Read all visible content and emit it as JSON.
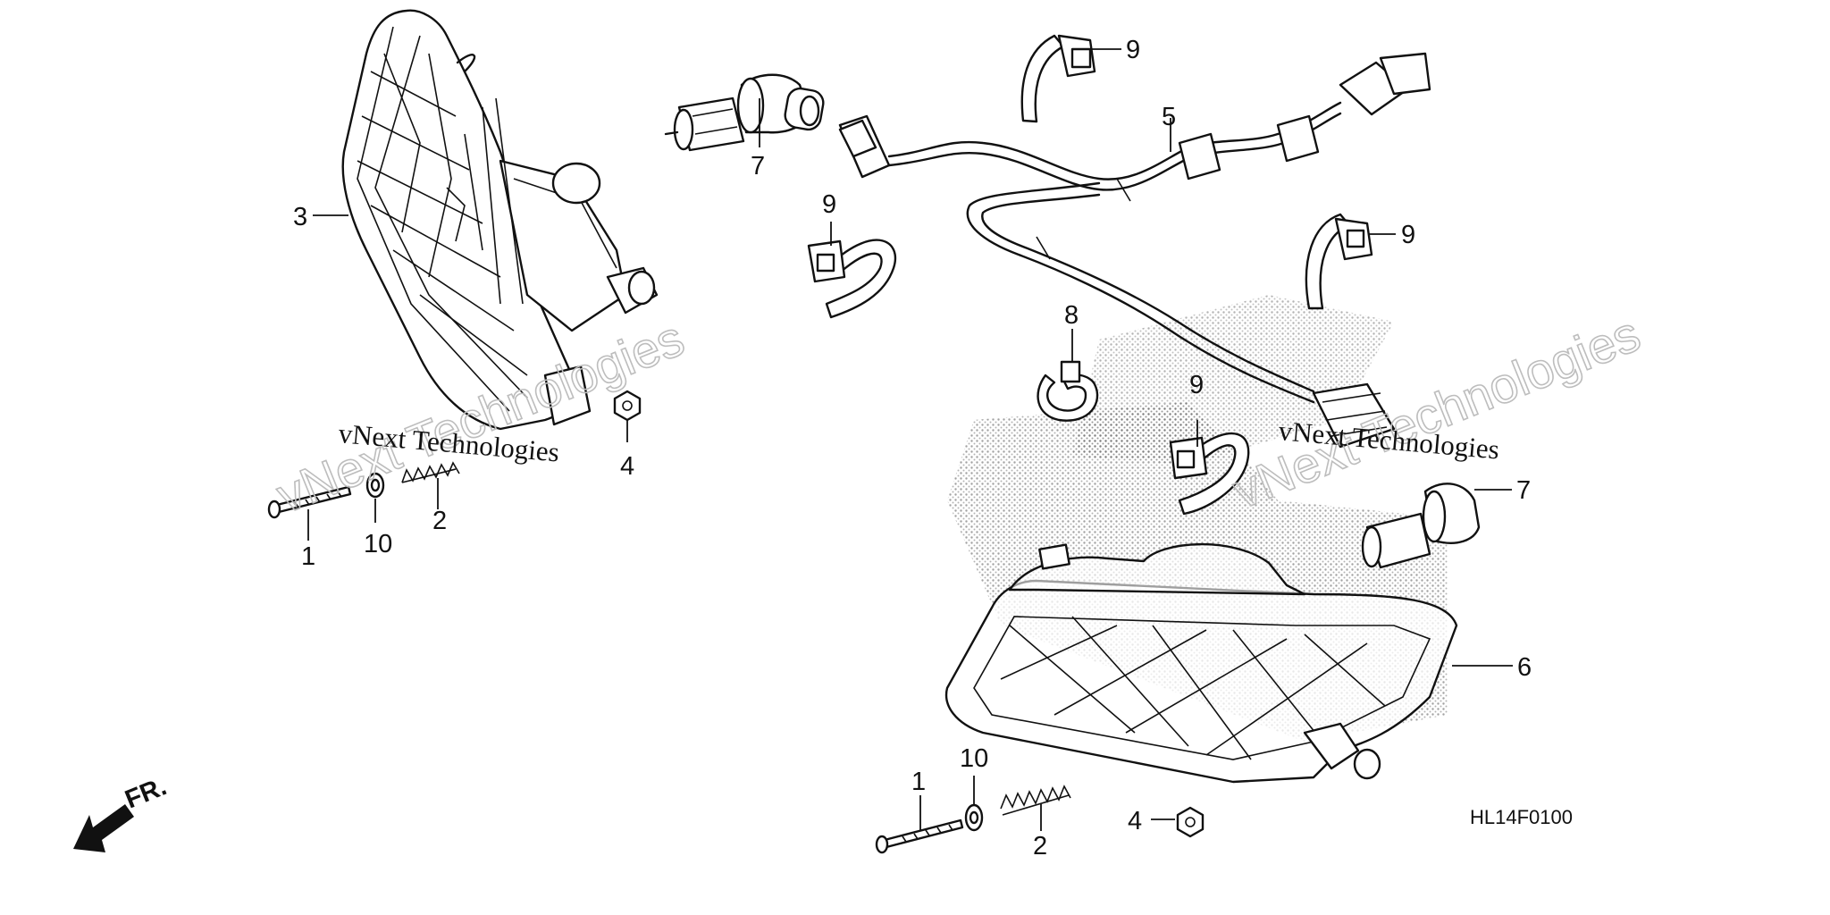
{
  "diagram_code": "HL14F0100",
  "direction_label": "FR.",
  "watermark": "vNext Technologies",
  "callouts": {
    "c1_left": "1",
    "c10_left": "10",
    "c2_left": "2",
    "c3": "3",
    "c4_left": "4",
    "c7_top": "7",
    "c9_a": "9",
    "c9_b": "9",
    "c5": "5",
    "c9_c": "9",
    "c8": "8",
    "c9_d": "9",
    "c7_right": "7",
    "c6": "6",
    "c1_right": "1",
    "c10_right": "10",
    "c2_right": "2",
    "c4_right": "4"
  }
}
